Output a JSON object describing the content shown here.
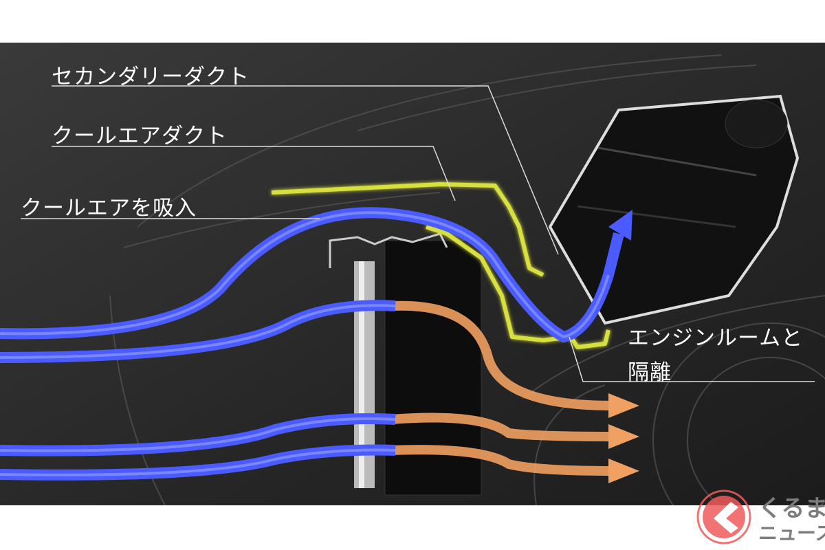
{
  "labels": {
    "secondary_duct": "セカンダリーダクト",
    "cool_air_duct": "クールエアダクト",
    "cool_air_intake": "クールエアを吸入",
    "isolation_line1": "エンジンルームと",
    "isolation_line2": "隔離"
  },
  "logo": {
    "line1": "くるまの",
    "line2": "ニュース"
  },
  "colors": {
    "cool_air": "#4a5bff",
    "hot_air": "#f0a060",
    "duct_outline": "#d8e040",
    "background": "#2b2b2b",
    "logo_red": "#f05a5a"
  }
}
